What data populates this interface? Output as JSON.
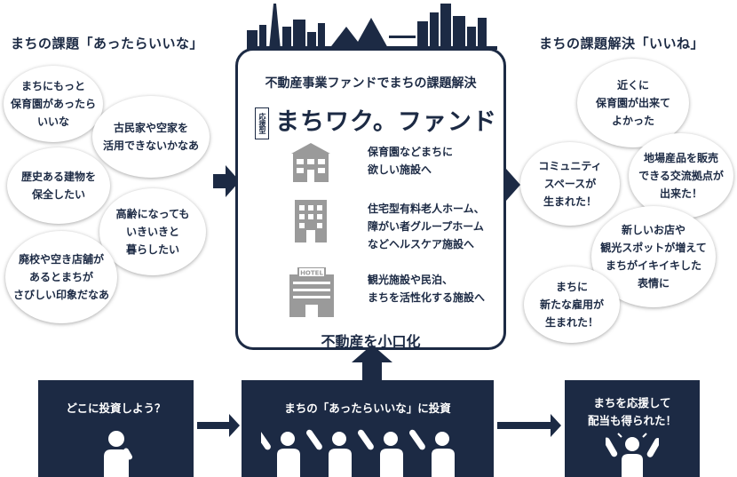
{
  "left_heading": "まちの課題「あったらいいな」",
  "right_heading": "まちの課題解決「いいね」",
  "left_bubbles": [
    "まちにもっと\n保育園があったら\nいいな",
    "古民家や空家を\n活用できないかなあ",
    "歴史ある建物を\n保全したい",
    "高齢になっても\nいきいきと\n暮らしたい",
    "廃校や空き店舗が\nあるとまちが\nさびしい印象だなあ"
  ],
  "right_bubbles": [
    "近くに\n保育園が出来て\nよかった",
    "地場産品を販売\nできる交流拠点が\n出来た！",
    "コミュニティ\nスペースが\n生まれた！",
    "新しいお店や\n観光スポットが増えて\nまちがイキイキした\n表情に",
    "まちに\n新たな雇用が\n生まれた！"
  ],
  "panel": {
    "title": "不動産事業ファンドでまちの課題解決",
    "stamp": "応援型",
    "brand": "まちワク。ファンド",
    "facilities": [
      {
        "icon": "school-building-icon",
        "text": "保育園などまちに\n欲しい施設へ"
      },
      {
        "icon": "apartment-building-icon",
        "text": "住宅型有料老人ホーム、\n障がい者グループホーム\nなどヘルスケア施設へ"
      },
      {
        "icon": "hotel-building-icon",
        "text": "観光施設や民泊、\nまちを活性化する施設へ",
        "sign": "HOTEL"
      }
    ],
    "footer": "不動産を小口化"
  },
  "bottom": {
    "left_label": "どこに投資しよう？",
    "center_label": "まちの「あったらいいな」に投資",
    "right_label": "まちを応援して\n配当も得られた！"
  },
  "colors": {
    "navy": "#1c2a44",
    "gray_icon": "#9a9a9a"
  }
}
